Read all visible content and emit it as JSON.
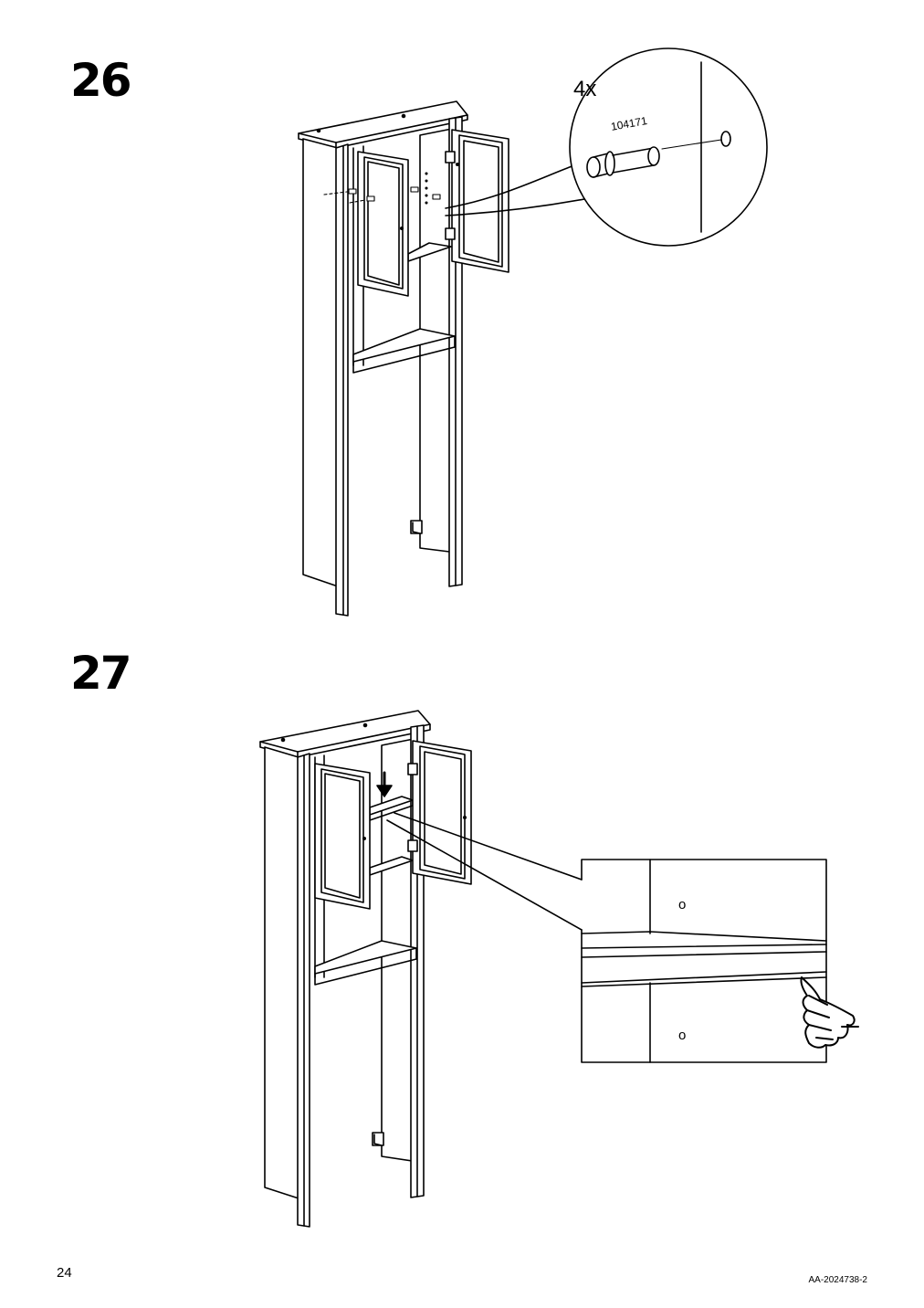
{
  "steps": {
    "s26": {
      "number": "26",
      "callout": {
        "quantity": "4x",
        "part_number": "104171"
      }
    },
    "s27": {
      "number": "27",
      "detail_marks": [
        "o",
        "o"
      ]
    }
  },
  "footer": {
    "page_number": "24",
    "document_code": "AA-2024738-2"
  }
}
